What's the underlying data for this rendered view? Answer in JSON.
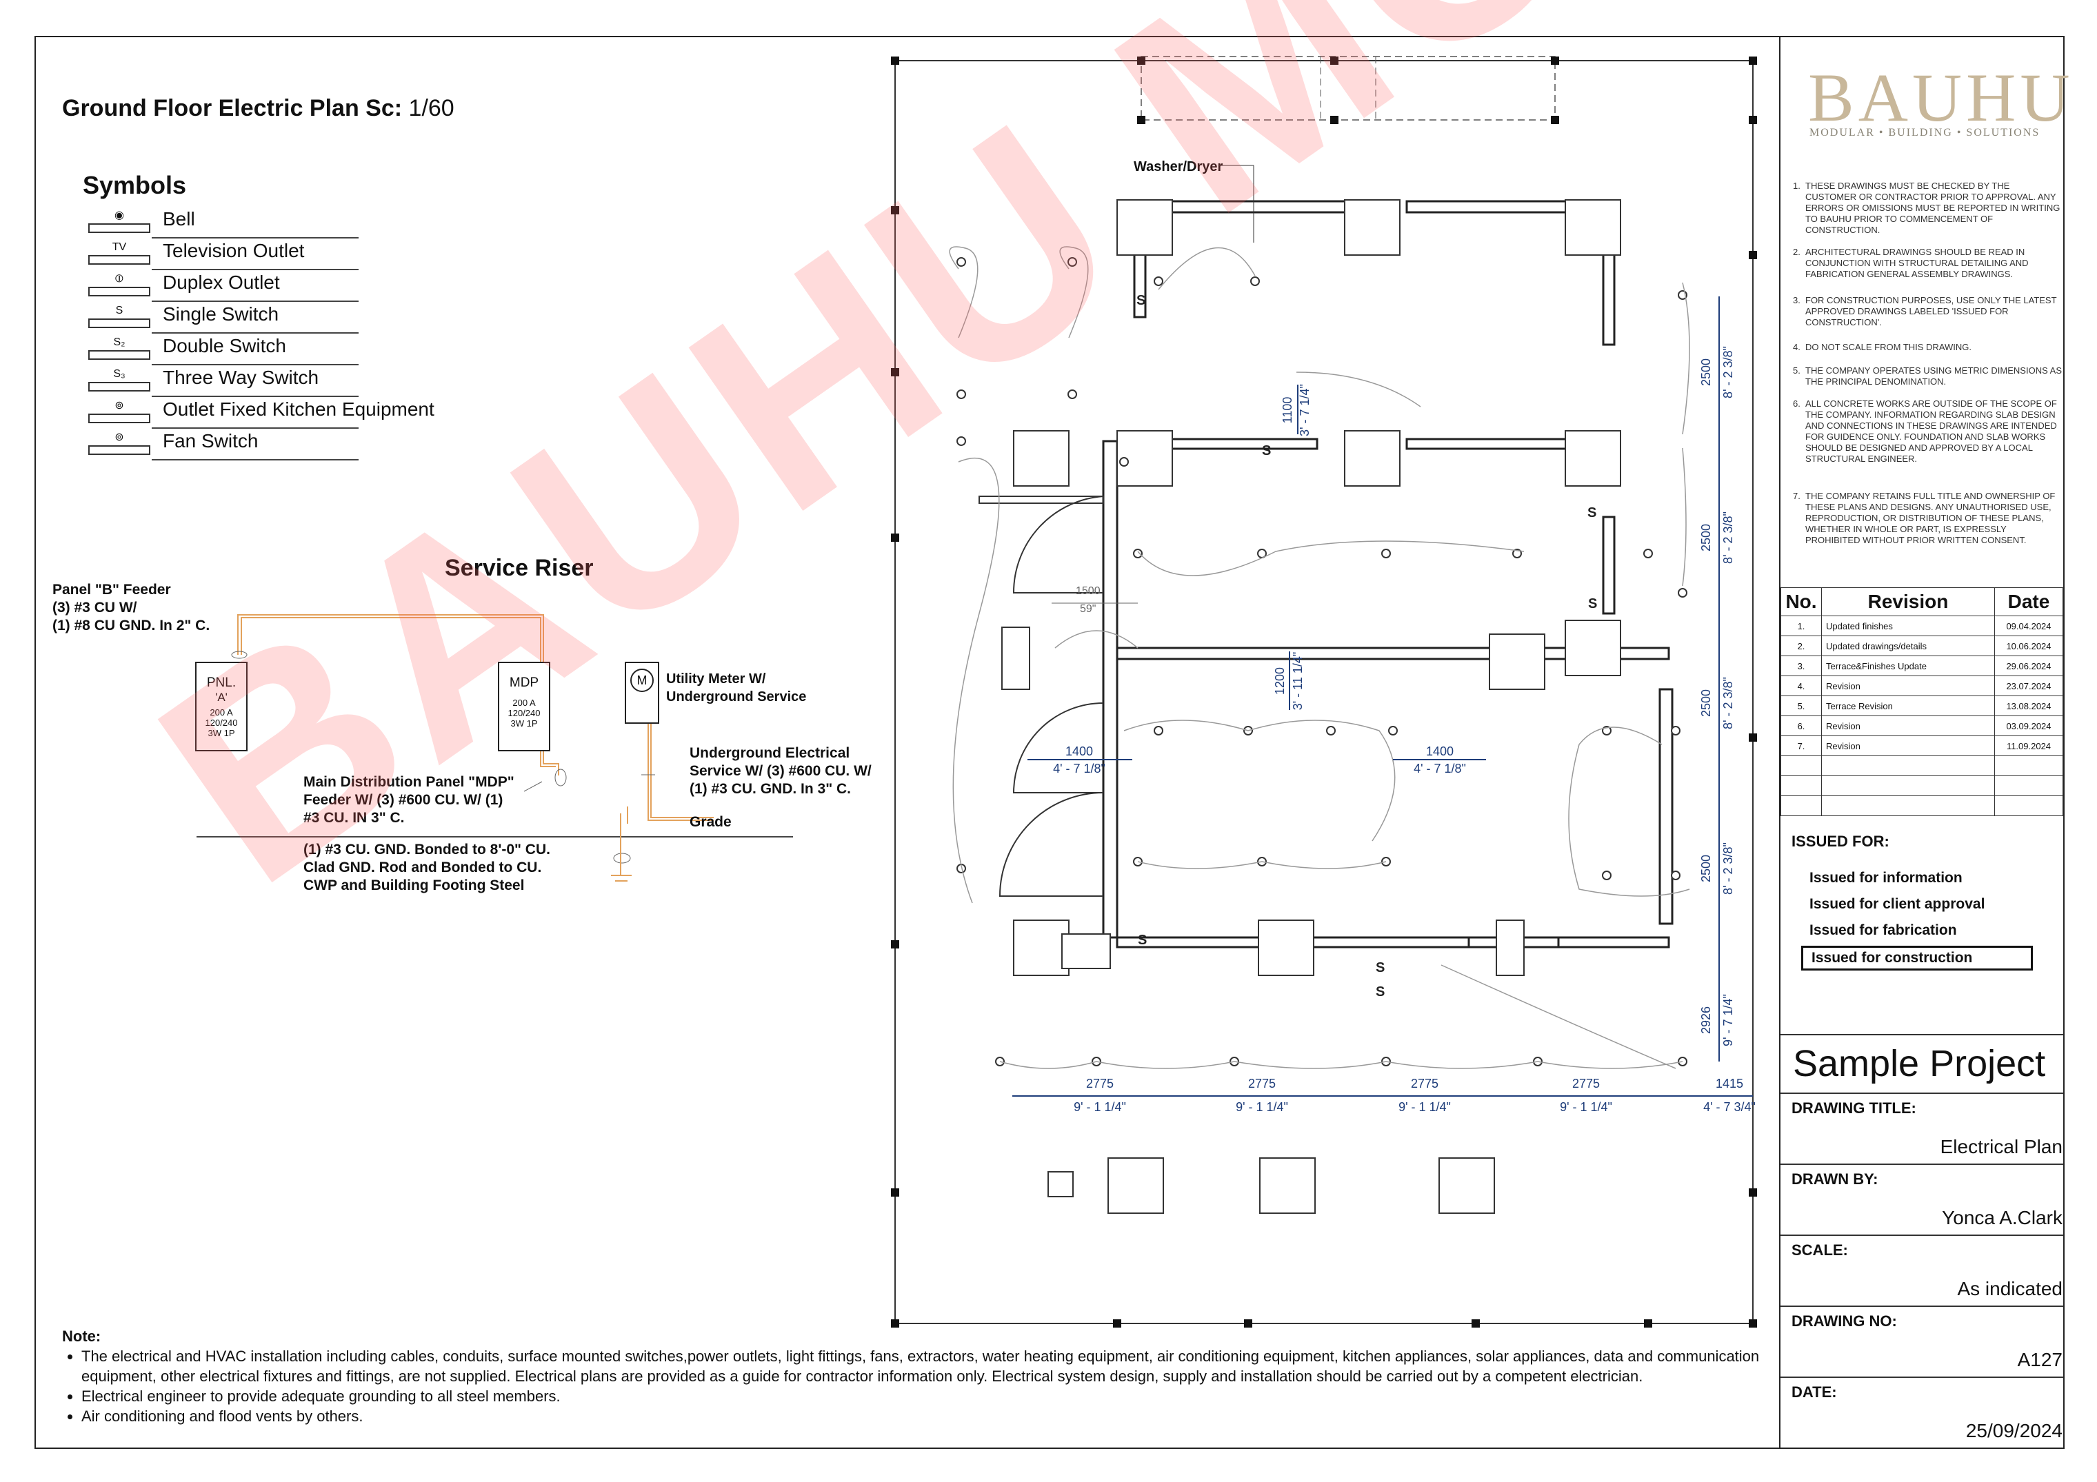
{
  "plan_title": {
    "bold": "Ground Floor Electric Plan Sc:",
    "scale": "1/60"
  },
  "symbols": {
    "title": "Symbols",
    "items": [
      {
        "label": "Bell",
        "icon": "bell-icon"
      },
      {
        "label": "Television Outlet",
        "icon": "tv-outlet-icon"
      },
      {
        "label": "Duplex Outlet",
        "icon": "duplex-outlet-icon"
      },
      {
        "label": "Single Switch",
        "icon": "single-switch-icon"
      },
      {
        "label": "Double Switch",
        "icon": "double-switch-icon"
      },
      {
        "label": "Three Way Switch",
        "icon": "three-way-switch-icon"
      },
      {
        "label": "Outlet Fixed Kitchen Equipment",
        "icon": "kitchen-outlet-icon"
      },
      {
        "label": "Fan Switch",
        "icon": "fan-switch-icon"
      }
    ]
  },
  "riser": {
    "title": "Service Riser",
    "panel_b_feeder": [
      "Panel \"B\" Feeder",
      "(3) #3 CU W/",
      "(1) #8 CU GND. In 2\" C."
    ],
    "pnl_a": {
      "name": "PNL.",
      "sub": "'A'",
      "specs": [
        "200 A",
        "120/240",
        "3W 1P"
      ]
    },
    "mdp": {
      "name": "MDP",
      "specs": [
        "200 A",
        "120/240",
        "3W 1P"
      ]
    },
    "meter": {
      "symbol": "M",
      "label": [
        "Utility Meter W/",
        "Underground Service"
      ]
    },
    "mdp_feeder": [
      "Main Distribution Panel \"MDP\"",
      "Feeder W/ (3) #600 CU. W/ (1)",
      "#3 CU. IN 3\" C."
    ],
    "underground": [
      "Underground Electrical",
      "Service W/ (3) #600 CU. W/",
      "(1) #3 CU. GND. In 3\" C."
    ],
    "grade": "Grade",
    "ground": [
      "(1) #3 CU. GND. Bonded to 8'-0\" CU.",
      "Clad GND. Rod and Bonded to CU.",
      "CWP and Building Footing Steel"
    ]
  },
  "plan": {
    "washer_label": "Washer/Dryer",
    "dims_right": [
      {
        "mm": "2500",
        "imp": "8' - 2 3/8\""
      },
      {
        "mm": "2500",
        "imp": "8' - 2 3/8\""
      },
      {
        "mm": "2500",
        "imp": "8' - 2 3/8\""
      },
      {
        "mm": "2500",
        "imp": "8' - 2 3/8\""
      },
      {
        "mm": "2926",
        "imp": "9' - 7 1/4\""
      }
    ],
    "dims_bottom": [
      {
        "mm": "2775",
        "imp": "9' - 1 1/4\""
      },
      {
        "mm": "2775",
        "imp": "9' - 1 1/4\""
      },
      {
        "mm": "2775",
        "imp": "9' - 1 1/4\""
      },
      {
        "mm": "2775",
        "imp": "9' - 1 1/4\""
      },
      {
        "mm": "1415",
        "imp": "4' - 7 3/4\""
      }
    ],
    "dim_1100": {
      "mm": "1100",
      "imp": "3' - 7 1/4\""
    },
    "dim_1200": {
      "mm": "1200",
      "imp": "3' - 11 1/4\""
    },
    "dim_1500": {
      "mm": "1500",
      "imp": "59\""
    },
    "dim_1400_left": {
      "mm": "1400",
      "imp": "4' - 7 1/8\""
    },
    "dim_1400_right": {
      "mm": "1400",
      "imp": "4' - 7 1/8\""
    }
  },
  "notes": {
    "head": "Note:",
    "items": [
      "The electrical and HVAC installation including cables, conduits, surface mounted switches,power outlets, light fittings, fans, extractors, water heating equipment, air conditioning equipment, kitchen appliances, solar appliances, data and communication equipment, other electrical fixtures and fittings, are not supplied. Electrical plans are provided as a guide for contractor information only. Electrical system design, supply and installation should be carried out by a competent electrician.",
      "Electrical engineer to provide adequate grounding to all steel members.",
      "Air conditioning and flood vents by others."
    ]
  },
  "watermark": "BAUHU MODULAR",
  "title_block": {
    "logo": "BAUHU",
    "logo_sub": "MODULAR • BUILDING • SOLUTIONS",
    "notes": [
      "THESE DRAWINGS MUST BE CHECKED BY THE CUSTOMER OR CONTRACTOR PRIOR TO APPROVAL. ANY ERRORS OR OMISSIONS MUST BE REPORTED IN WRITING TO BAUHU PRIOR TO COMMENCEMENT OF CONSTRUCTION.",
      "ARCHITECTURAL DRAWINGS SHOULD BE READ IN CONJUNCTION WITH STRUCTURAL DETAILING AND FABRICATION GENERAL ASSEMBLY DRAWINGS.",
      "FOR CONSTRUCTION PURPOSES, USE ONLY THE LATEST APPROVED DRAWINGS LABELED 'ISSUED FOR CONSTRUCTION'.",
      "DO NOT SCALE FROM THIS DRAWING.",
      "THE COMPANY OPERATES USING METRIC DIMENSIONS AS THE PRINCIPAL DENOMINATION.",
      "ALL CONCRETE WORKS ARE OUTSIDE OF THE SCOPE OF THE COMPANY. INFORMATION REGARDING SLAB DESIGN AND CONNECTIONS IN THESE DRAWINGS ARE INTENDED FOR GUIDENCE ONLY. FOUNDATION AND SLAB WORKS SHOULD BE DESIGNED AND APPROVED BY A LOCAL STRUCTURAL ENGINEER.",
      "THE COMPANY RETAINS FULL TITLE AND OWNERSHIP OF THESE PLANS AND DESIGNS. ANY UNAUTHORISED USE, REPRODUCTION, OR DISTRIBUTION OF THESE PLANS, WHETHER IN WHOLE OR PART, IS EXPRESSLY PROHIBITED WITHOUT PRIOR WRITTEN CONSENT."
    ],
    "rev_headers": {
      "no": "No.",
      "rev": "Revision",
      "date": "Date"
    },
    "revisions": [
      {
        "no": "1.",
        "rev": "Updated finishes",
        "date": "09.04.2024"
      },
      {
        "no": "2.",
        "rev": "Updated drawings/details",
        "date": "10.06.2024"
      },
      {
        "no": "3.",
        "rev": "Terrace&Finishes Update",
        "date": "29.06.2024"
      },
      {
        "no": "4.",
        "rev": "Revision",
        "date": "23.07.2024"
      },
      {
        "no": "5.",
        "rev": "Terrace Revision",
        "date": "13.08.2024"
      },
      {
        "no": "6.",
        "rev": "Revision",
        "date": "03.09.2024"
      },
      {
        "no": "7.",
        "rev": "Revision",
        "date": "11.09.2024"
      },
      {
        "no": "",
        "rev": "",
        "date": ""
      },
      {
        "no": "",
        "rev": "",
        "date": ""
      },
      {
        "no": "",
        "rev": "",
        "date": ""
      }
    ],
    "issued_for_label": "ISSUED FOR:",
    "issued_options": [
      "Issued for information",
      "Issued for client approval",
      "Issued for fabrication",
      "Issued for construction"
    ],
    "issued_selected_index": 3,
    "project": "Sample Project",
    "drawing_title_label": "DRAWING TITLE:",
    "drawing_title": "Electrical Plan",
    "drawn_by_label": "DRAWN BY:",
    "drawn_by": "Yonca A.Clark",
    "scale_label": "SCALE:",
    "scale": "As indicated",
    "drawing_no_label": "DRAWING NO:",
    "drawing_no": "A127",
    "date_label": "DATE:",
    "date": "25/09/2024"
  }
}
